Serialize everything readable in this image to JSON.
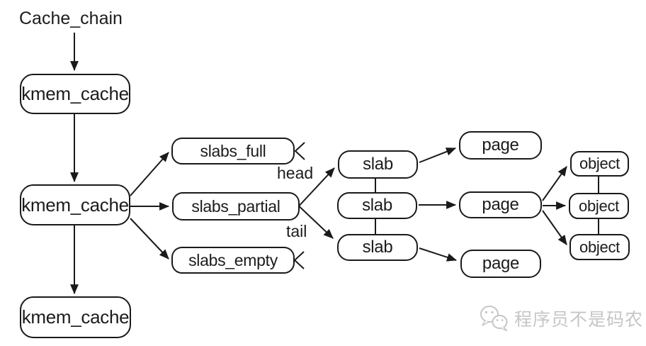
{
  "diagram": {
    "title_label": "Cache_chain",
    "nodes": {
      "kmem_cache_top": "kmem_cache",
      "kmem_cache_mid": "kmem_cache",
      "kmem_cache_bottom": "kmem_cache",
      "slabs_full": "slabs_full",
      "slabs_partial": "slabs_partial",
      "slabs_empty": "slabs_empty",
      "slab_head": "slab",
      "slab_mid": "slab",
      "slab_tail": "slab",
      "page_top": "page",
      "page_mid": "page",
      "page_bottom": "page",
      "object_top": "object",
      "object_mid": "object",
      "object_bottom": "object"
    },
    "edge_labels": {
      "head": "head",
      "tail": "tail"
    },
    "edges": [
      {
        "from": "Cache_chain",
        "to": "kmem_cache (top)",
        "style": "arrow"
      },
      {
        "from": "kmem_cache (top)",
        "to": "kmem_cache (middle)",
        "style": "arrow"
      },
      {
        "from": "kmem_cache (middle)",
        "to": "kmem_cache (bottom)",
        "style": "arrow"
      },
      {
        "from": "kmem_cache (middle)",
        "to": "slabs_full",
        "style": "arrow"
      },
      {
        "from": "kmem_cache (middle)",
        "to": "slabs_partial",
        "style": "arrow"
      },
      {
        "from": "kmem_cache (middle)",
        "to": "slabs_empty",
        "style": "arrow"
      },
      {
        "from": "slabs_partial",
        "to": "slab (top)",
        "label": "head",
        "style": "arrow"
      },
      {
        "from": "slabs_partial",
        "to": "slab (bottom)",
        "label": "tail",
        "style": "arrow"
      },
      {
        "from": "slab (top)",
        "to": "page (top)",
        "style": "arrow"
      },
      {
        "from": "slab (middle)",
        "to": "page (middle)",
        "style": "arrow"
      },
      {
        "from": "slab (bottom)",
        "to": "page (bottom)",
        "style": "arrow"
      },
      {
        "from": "page (middle)",
        "to": "object (top)",
        "style": "arrow"
      },
      {
        "from": "page (middle)",
        "to": "object (middle)",
        "style": "arrow"
      },
      {
        "from": "page (middle)",
        "to": "object (bottom)",
        "style": "arrow"
      },
      {
        "from": "slab (top)",
        "to": "slab (middle)",
        "style": "plain-line"
      },
      {
        "from": "slab (middle)",
        "to": "slab (bottom)",
        "style": "plain-line"
      },
      {
        "from": "object (top)",
        "to": "object (middle)",
        "style": "plain-line"
      },
      {
        "from": "object (middle)",
        "to": "object (bottom)",
        "style": "plain-line"
      }
    ],
    "list_end_markers": [
      "slabs_full right edge",
      "slabs_empty right edge"
    ]
  },
  "watermark": {
    "icon": "wechat-icon",
    "text": "程序员不是码农"
  },
  "colors": {
    "line": "#1a1a1a",
    "text": "#1c1c1c",
    "watermark": "#c6c6c6",
    "background": "#ffffff"
  }
}
